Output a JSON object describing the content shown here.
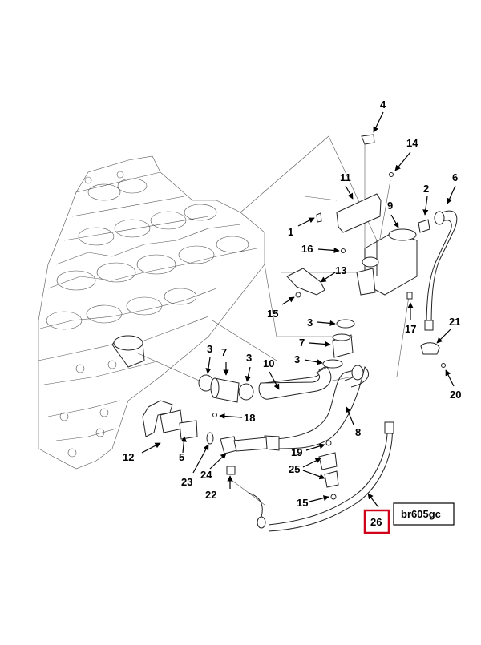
{
  "diagram": {
    "ref_code": "br605gc",
    "highlight_callout": "26",
    "highlight_color": "#d0021b",
    "callouts": [
      "1",
      "2",
      "3",
      "3",
      "3",
      "3",
      "4",
      "5",
      "6",
      "7",
      "7",
      "8",
      "9",
      "10",
      "11",
      "12",
      "13",
      "14",
      "15",
      "15",
      "16",
      "17",
      "18",
      "19",
      "20",
      "21",
      "22",
      "23",
      "24",
      "25",
      "26"
    ]
  }
}
